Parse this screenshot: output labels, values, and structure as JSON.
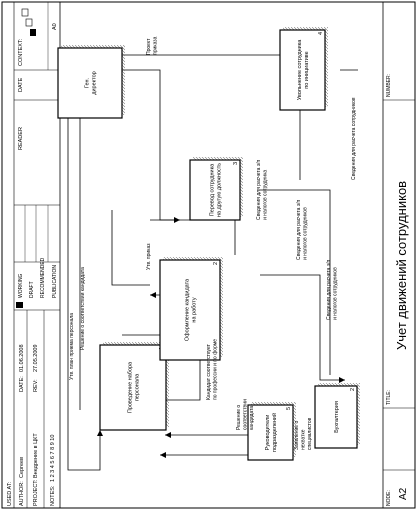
{
  "frame": {
    "used_at_label": "USED AT:",
    "author_label": "AUTHOR:",
    "author_value": "Сергеев",
    "project_label": "PROJECT:",
    "project_value": "Внедрение в ЦКТ",
    "date_label": "DATE:",
    "date_value": "01.06.2008",
    "rev_label": "REV:",
    "rev_value": "27.05.2009",
    "notes_label": "NOTES:",
    "notes_value": "1 2 3 4 5 6 7 8 9 10",
    "working": "WORKING",
    "draft": "DRAFT",
    "recommended": "RECOMMENDED",
    "publication": "PUBLICATION",
    "reader_label": "READER",
    "date_col_label": "DATE",
    "context_label": "CONTEXT:",
    "node_id": "A0",
    "node_label": "NODE:",
    "node_value": "A2",
    "title_label": "TITLE:",
    "title_value": "Учет движений сотрудников",
    "number_label": "NUMBER:"
  },
  "boxes": [
    {
      "id": "b1",
      "num": "1",
      "lines": [
        "Проведение набора",
        "персонала"
      ]
    },
    {
      "id": "b2",
      "num": "2",
      "lines": [
        "Оформление кандидата",
        "на работу"
      ]
    },
    {
      "id": "b3",
      "num": "3",
      "lines": [
        "Перевод сотрудника",
        "на другую должность"
      ]
    },
    {
      "id": "b4",
      "num": "4",
      "lines": [
        "Увольнение сотрудника",
        "по инициативе"
      ]
    },
    {
      "id": "b5",
      "num": "5",
      "lines": [
        "Руководители",
        "подразделений"
      ]
    },
    {
      "id": "b6",
      "num": "2",
      "lines": [
        "Бухгалтерия"
      ]
    },
    {
      "id": "b7",
      "num": "",
      "lines": [
        "Ген.",
        "директор"
      ]
    }
  ],
  "arrow_labels": {
    "l_plan": [
      "Утв. план приема персонала"
    ],
    "l_decision1": [
      "Решение о соответствии кандидата"
    ],
    "l_candidate": [
      "Кандидат соответствует",
      "по профессии и по форме"
    ],
    "l_decision2": [
      "Решение о",
      "соответствии",
      "кандидата"
    ],
    "l_request": [
      "Заявление о",
      "нехватке",
      "специалистов"
    ],
    "l_order": [
      "Утв. приказ"
    ],
    "l_project": [
      "Проект",
      "приказа"
    ],
    "l_salary1": [
      "Сведения для расчета з/п",
      "и налогов сотрудника"
    ],
    "l_salary2": [
      "Сведения для расчета з/п",
      "и налогов сотрудников"
    ],
    "l_salary3": [
      "Сведения для расчета з/п",
      "и налогов сотрудников"
    ],
    "l_salary4": [
      "Сведения для расчета сотрудников"
    ]
  }
}
